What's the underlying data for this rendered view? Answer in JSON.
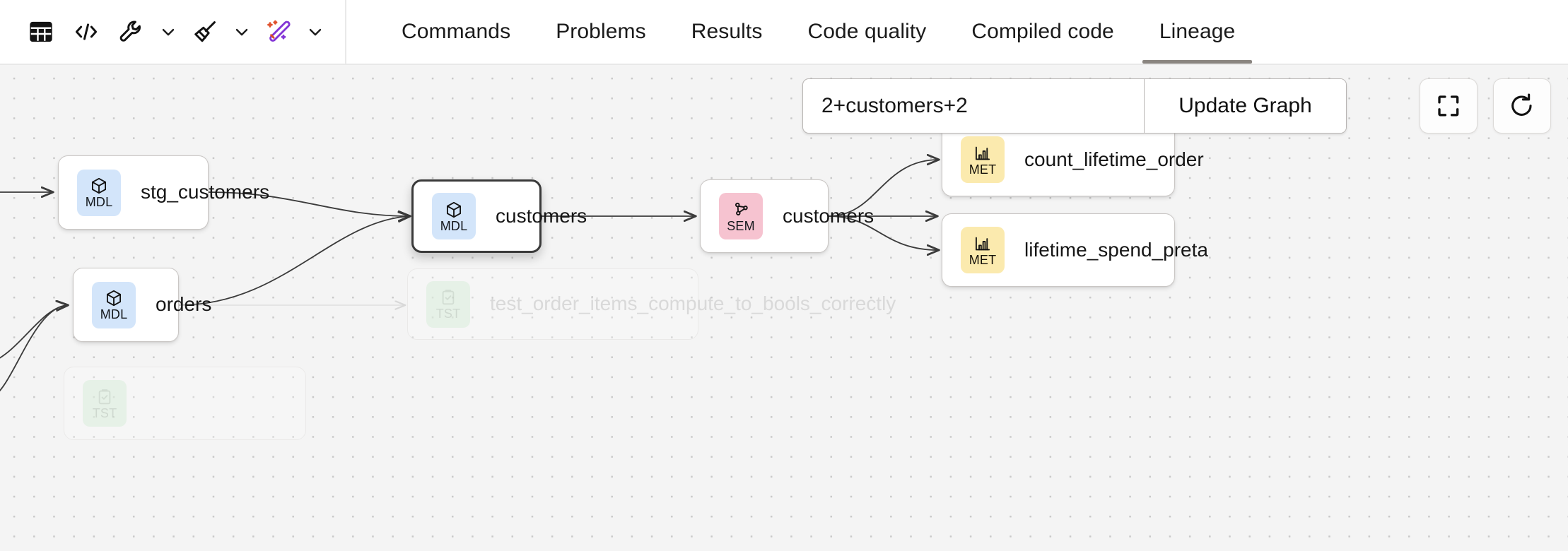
{
  "toolbar": {
    "buttons": [
      {
        "name": "table-view-icon",
        "icon": "table"
      },
      {
        "name": "code-view-icon",
        "icon": "code"
      },
      {
        "name": "wrench-icon",
        "icon": "wrench",
        "caret": true
      },
      {
        "name": "broom-icon",
        "icon": "broom",
        "caret": true
      },
      {
        "name": "magic-wand-icon",
        "icon": "magic",
        "caret": true
      }
    ]
  },
  "tabs": [
    {
      "label": "Commands",
      "active": false
    },
    {
      "label": "Problems",
      "active": false
    },
    {
      "label": "Results",
      "active": false
    },
    {
      "label": "Code quality",
      "active": false
    },
    {
      "label": "Compiled code",
      "active": false
    },
    {
      "label": "Lineage",
      "active": true
    }
  ],
  "search": {
    "value": "2+customers+2",
    "placeholder": "",
    "update_label": "Update Graph"
  },
  "controls": [
    {
      "name": "fit-view-button",
      "icon": "fit-view"
    },
    {
      "name": "refresh-button",
      "icon": "refresh"
    }
  ],
  "graph": {
    "nodes": [
      {
        "id": "stg_customers",
        "label": "stg_customers",
        "type": "MDL",
        "faded": false,
        "selected": false
      },
      {
        "id": "orders",
        "label": "orders",
        "type": "MDL",
        "faded": false,
        "selected": false
      },
      {
        "id": "customers_mdl",
        "label": "customers",
        "type": "MDL",
        "faded": false,
        "selected": true
      },
      {
        "id": "customers_sem",
        "label": "customers",
        "type": "SEM",
        "faded": false,
        "selected": false
      },
      {
        "id": "count_lifetime_orders",
        "label": "count_lifetime_order",
        "type": "MET",
        "faded": false,
        "selected": false
      },
      {
        "id": "lifetime_spend_pretax",
        "label": "lifetime_spend_preta",
        "type": "MET",
        "faded": false,
        "selected": false
      },
      {
        "id": "test_order_items",
        "label": "test_order_items_compute_to_bools_correctly",
        "type": "TST",
        "faded": true,
        "selected": false
      },
      {
        "id": "test_partial",
        "label": "",
        "type": "TST",
        "faded": true,
        "selected": false
      }
    ],
    "edges": [
      {
        "from": "offscreen-left",
        "to": "stg_customers"
      },
      {
        "from": "offscreen-left",
        "to": "orders"
      },
      {
        "from": "stg_customers",
        "to": "customers_mdl"
      },
      {
        "from": "orders",
        "to": "customers_mdl"
      },
      {
        "from": "orders",
        "to": "test_order_items"
      },
      {
        "from": "customers_mdl",
        "to": "customers_sem"
      },
      {
        "from": "customers_sem",
        "to": "count_lifetime_orders"
      },
      {
        "from": "customers_sem",
        "to": "lifetime_spend_pretax"
      }
    ]
  },
  "badge_colors": {
    "MDL": "#d3e5fa",
    "SEM": "#f6c3d0",
    "MET": "#fbeaae",
    "TST": "#dff0e0"
  }
}
